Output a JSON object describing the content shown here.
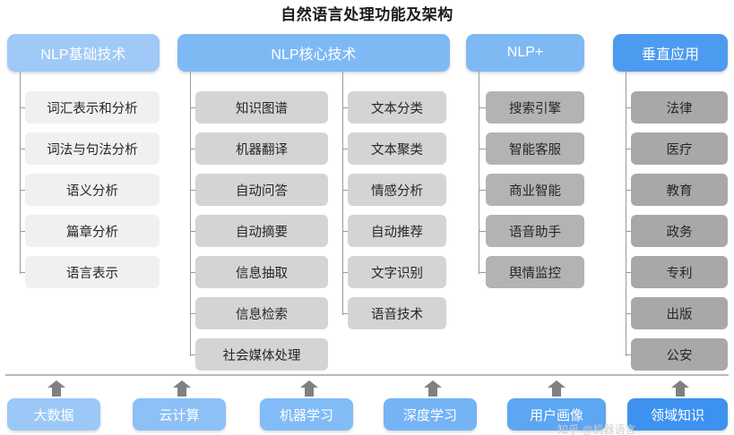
{
  "title": "自然语言处理功能及架构",
  "colors": {
    "header_1": "#9fc9f6",
    "header_2": "#7fb9f4",
    "header_3": "#7fb9f4",
    "header_4": "#4d9bf0",
    "item_light": "#f0f0f0",
    "item_mid": "#d4d4d4",
    "item_dark": "#b3b3b3",
    "item_darker": "#a8a8a8",
    "line": "#9a9a9a",
    "divider": "#b9b9b9",
    "arrow": "#808080",
    "title_text": "#1b1b1b"
  },
  "columns": [
    {
      "id": "nlp-basic",
      "header": "NLP基础技术",
      "items": [
        "词汇表示和分析",
        "词法与句法分析",
        "语义分析",
        "篇章分析",
        "语言表示"
      ]
    },
    {
      "id": "nlp-core-left",
      "header": "NLP核心技术",
      "items": [
        "知识图谱",
        "机器翻译",
        "自动问答",
        "自动摘要",
        "信息抽取",
        "信息检索",
        "社会媒体处理"
      ]
    },
    {
      "id": "nlp-core-right",
      "header": "",
      "items": [
        "文本分类",
        "文本聚类",
        "情感分析",
        "自动推荐",
        "文字识别",
        "语音技术"
      ]
    },
    {
      "id": "nlp-plus",
      "header": "NLP+",
      "items": [
        "搜索引擎",
        "智能客服",
        "商业智能",
        "语音助手",
        "舆情监控"
      ]
    },
    {
      "id": "vertical-apps",
      "header": "垂直应用",
      "items": [
        "法律",
        "医疗",
        "教育",
        "政务",
        "专利",
        "出版",
        "公安"
      ]
    }
  ],
  "foundation": {
    "items": [
      "大数据",
      "云计算",
      "机器学习",
      "深度学习",
      "用户画像",
      "领域知识"
    ],
    "colors": [
      "#9bc8f7",
      "#8cc0f6",
      "#82bcf6",
      "#74b4f5",
      "#5ca6f2",
      "#3d92ef"
    ]
  },
  "watermark": "知乎 @机器语言"
}
